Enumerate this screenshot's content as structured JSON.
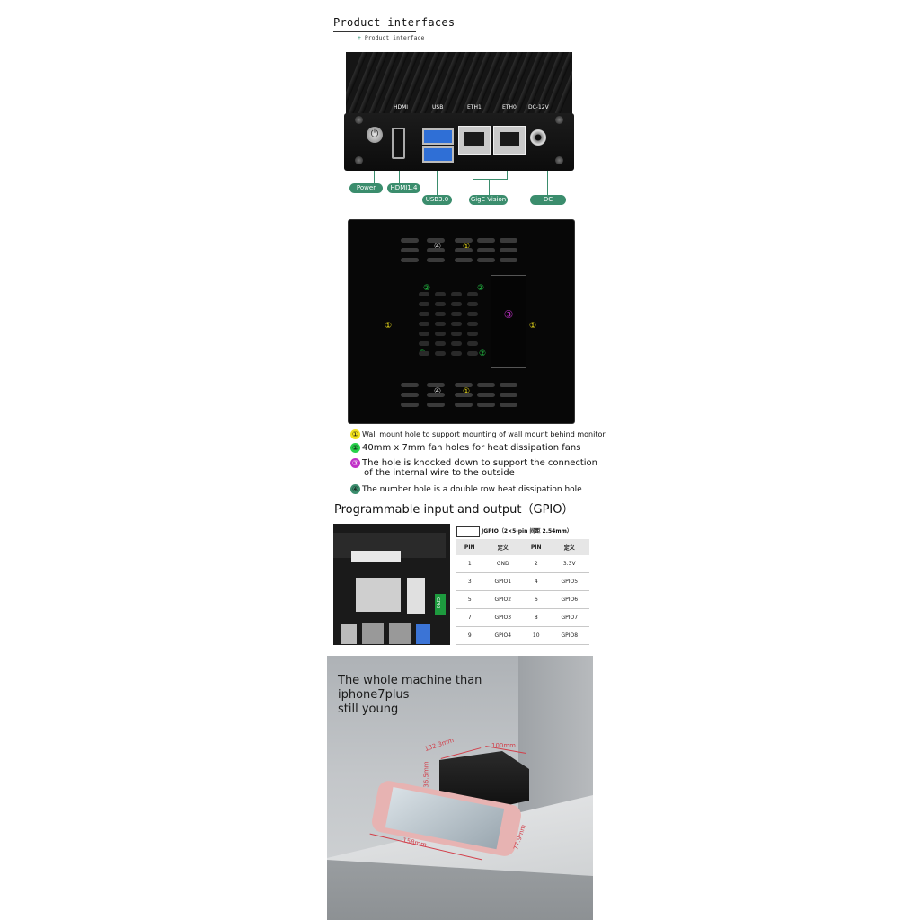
{
  "interfaces": {
    "title": "Product interfaces",
    "subtitle_mark": "+",
    "subtitle": "Product interface",
    "port_labels": {
      "hdmi": "HDMI",
      "usb": "USB",
      "eth1": "ETH1",
      "eth0": "ETH0",
      "dc": "DC-12V"
    },
    "power_glyph": "⏻",
    "tags": {
      "power": "Power",
      "hdmi": "HDMI1.4",
      "usb": "USB3.0",
      "gige": "GigE Vision",
      "dc": "DC"
    },
    "colors": {
      "tag_green": "#3b8d6d",
      "usb_blue": "#2f6fd6"
    }
  },
  "bottom_view": {
    "markers": {
      "m1": "①",
      "m2": "②",
      "m3": "③",
      "m4": "④"
    },
    "legend": [
      {
        "marker": "①",
        "text": "Wall mount hole to support mounting of wall mount behind monitor",
        "color": "#f2e21c"
      },
      {
        "marker": "②",
        "text": "40mm x 7mm fan holes for heat dissipation fans",
        "color": "#26d14a"
      },
      {
        "marker": "③",
        "text": "The hole is knocked down to support the connection",
        "text2": "of the internal wire to the outside",
        "color": "#c030c8"
      },
      {
        "marker": "④",
        "text": "The number hole is a double row heat dissipation hole",
        "color": "#3b8d6d"
      }
    ]
  },
  "gpio": {
    "title": "Programmable input and output（GPIO）",
    "header_label": "JGPIO（2×5-pin 间距 2.54mm）",
    "board_label": "GPIO",
    "columns": [
      "PIN",
      "定义",
      "PIN",
      "定义"
    ],
    "rows": [
      [
        "1",
        "GND",
        "2",
        "3.3V"
      ],
      [
        "3",
        "GPIO1",
        "4",
        "GPIO5"
      ],
      [
        "5",
        "GPIO2",
        "6",
        "GPIO6"
      ],
      [
        "7",
        "GPIO3",
        "8",
        "GPIO7"
      ],
      [
        "9",
        "GPIO4",
        "10",
        "GPIO8"
      ]
    ]
  },
  "size": {
    "headline": [
      "The whole machine than",
      "iphone7plus",
      "still young"
    ],
    "dims": {
      "depth": "132.3mm",
      "width": "100mm",
      "height": "36.5mm",
      "phone_length": "158mm",
      "phone_width": "77.9mm"
    }
  }
}
